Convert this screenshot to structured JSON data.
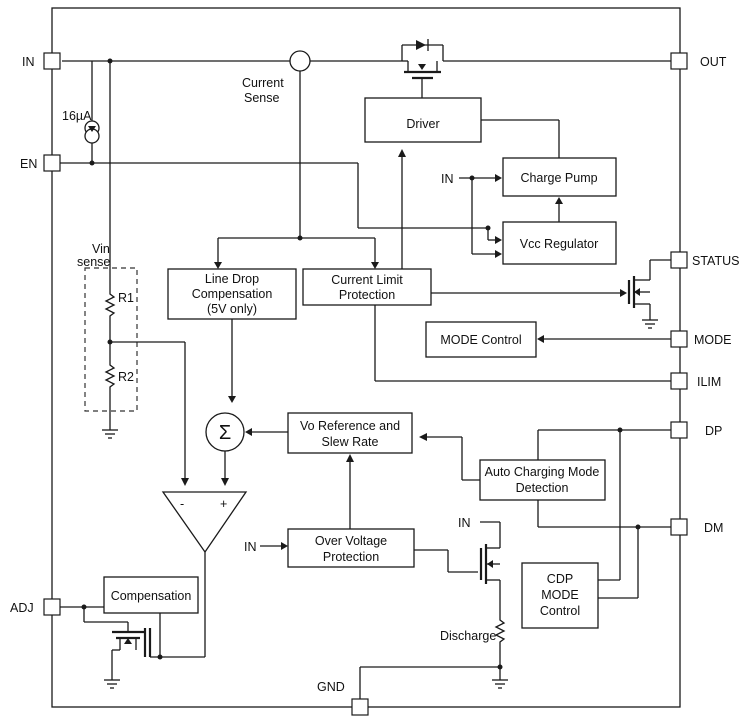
{
  "pins": {
    "in": "IN",
    "en": "EN",
    "adj": "ADJ",
    "out": "OUT",
    "status": "STATUS",
    "mode": "MODE",
    "ilim": "ILIM",
    "dp": "DP",
    "dm": "DM",
    "gnd": "GND"
  },
  "labels": {
    "current_source": "16µA",
    "current_sense_1": "Current",
    "current_sense_2": "Sense",
    "vin_sense_1": "Vin",
    "vin_sense_2": "sense",
    "r1": "R1",
    "r2": "R2",
    "in_charge_pump": "IN",
    "in_ovp": "IN",
    "in_discharge": "IN",
    "discharge": "Discharge",
    "sum_symbol": "Σ",
    "amp_minus": "-",
    "amp_plus": "+"
  },
  "blocks": {
    "driver": "Driver",
    "charge_pump": "Charge Pump",
    "vcc_regulator": "Vcc Regulator",
    "line_drop_1": "Line Drop",
    "line_drop_2": "Compensation",
    "line_drop_3": "(5V only)",
    "current_limit_1": "Current Limit",
    "current_limit_2": "Protection",
    "mode_control": "MODE Control",
    "vo_ref_1": "Vo Reference and",
    "vo_ref_2": "Slew Rate",
    "auto_charging_1": "Auto Charging Mode",
    "auto_charging_2": "Detection",
    "ovp_1": "Over Voltage",
    "ovp_2": "Protection",
    "compensation": "Compensation",
    "cdp_1": "CDP",
    "cdp_2": "MODE",
    "cdp_3": "Control"
  }
}
